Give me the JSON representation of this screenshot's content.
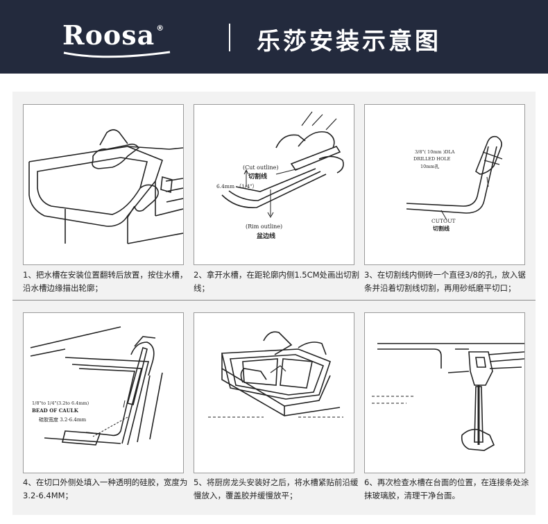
{
  "header": {
    "brand": "Roosa",
    "title": "乐莎安装示意图",
    "colors": {
      "bar": "#232a3d",
      "text": "#ffffff"
    }
  },
  "steps": [
    {
      "caption": "1、把水槽在安装位置翻转后放置，按住水槽，沿水槽边缘描出轮廓；"
    },
    {
      "caption": "2、拿开水槽，在距轮廓内侧1.5CM处画出切割线；",
      "labels": {
        "cut_en": "(Cut outline)",
        "cut_zh": "切割线",
        "measure": "6.4mm （1/4\"）",
        "rim_en": "(Rim outline)",
        "rim_zh": "盆边线"
      }
    },
    {
      "caption": "3、在切割线内侧砖一个直径3/8的孔，放入锯条并沿着切割线切割，再用砂纸磨平切口；",
      "labels": {
        "hole_1": "3/8\"( 10mm )DLA",
        "hole_2": "DRILLED  HOLE",
        "hole_3": "10mm孔",
        "cutout_en": "CUTOUT",
        "cutout_zh": "切割线"
      }
    },
    {
      "caption": "4、在切口外侧处填入一种透明的硅胶，宽度为3.2-6.4MM；",
      "labels": {
        "size": "1/8\"to 1/4\"(3.2to 6.4mm)",
        "bead": "BEAD OF CAULK",
        "width_zh": "硅胶宽度 3.2-6.4mm"
      }
    },
    {
      "caption": "5、将厨房龙头安装好之后，将水槽紧贴前沿缓慢放入，覆盖胶并缓慢放平；"
    },
    {
      "caption": "6、再次检查水槽在台面的位置，在连接条处涂抹玻璃胶，清理干净台面。"
    }
  ]
}
